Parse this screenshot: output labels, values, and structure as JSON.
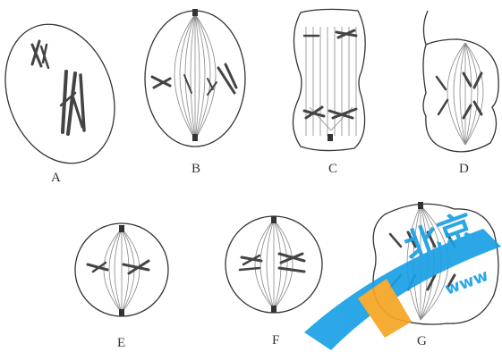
{
  "figure": {
    "cells": [
      {
        "id": "A",
        "label": "A"
      },
      {
        "id": "B",
        "label": "B"
      },
      {
        "id": "C",
        "label": "C"
      },
      {
        "id": "D",
        "label": "D"
      },
      {
        "id": "E",
        "label": "E"
      },
      {
        "id": "F",
        "label": "F"
      },
      {
        "id": "G",
        "label": "G"
      }
    ]
  },
  "watermark": {
    "logo_text": "北京",
    "url_text": "www"
  },
  "colors": {
    "ink": "#333333",
    "chromosome": "#444444",
    "spindle": "#888888",
    "watermark_blue": "#1aa0e6",
    "watermark_orange": "#f5a623"
  }
}
